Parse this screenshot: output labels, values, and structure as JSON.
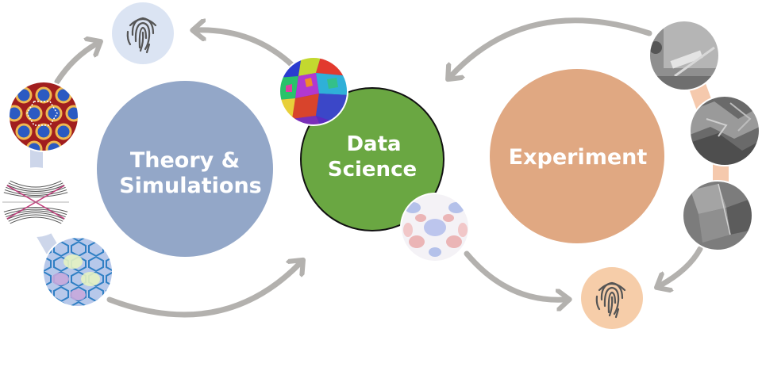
{
  "nodes": {
    "theory": {
      "line1": "Theory &",
      "line2": "Simulations",
      "color": "#93a7c8"
    },
    "data_science": {
      "line1": "Data",
      "line2": "Science",
      "color": "#6aa742",
      "stroke": "#111111"
    },
    "experiment": {
      "label": "Experiment",
      "color": "#e0a882"
    }
  },
  "fingerprints": {
    "left": {
      "icon": "fingerprint-icon",
      "bg": "#dbe4f3"
    },
    "right": {
      "icon": "fingerprint-icon",
      "bg": "#f6cda9"
    }
  },
  "colors": {
    "arrow": "#b3b1ae",
    "fingerprint_stroke": "#555555",
    "exp_connector": "#f5c9ad",
    "theory_connector": "#cdd6ea"
  }
}
